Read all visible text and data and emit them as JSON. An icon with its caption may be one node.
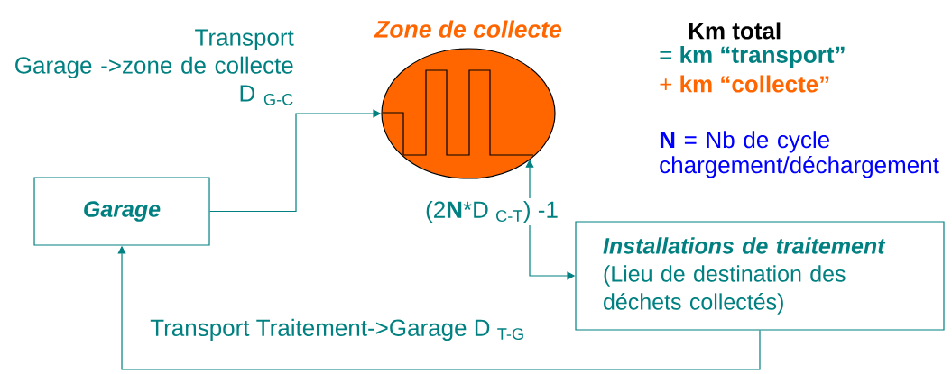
{
  "diagram": {
    "nodes": [
      {
        "text": [
          "Garage"
        ]
      },
      {
        "text": [
          "Zone de collecte"
        ]
      },
      {
        "text": [
          "Installations de traitement",
          "(Lieu de destination des déchets collectés)"
        ]
      }
    ],
    "edges": [
      {
        "from": 0,
        "to": 1,
        "arrow": "to",
        "label": "Transport Garage ->zone de collecte D $_{G-C}$"
      },
      {
        "from": 1,
        "to": 2,
        "arrow": "both",
        "label": "(2**N***D $_{C-T}$) -1"
      },
      {
        "from": 2,
        "to": 0,
        "arrow": "to",
        "label": "Transport Traitement->Garage D $_{T-G}$"
      }
    ],
    "labels": [
      "Km total",
      "= **km “transport”**",
      "+ **km “collecte”**",
      "**N** = Nb de cycle chargement/déchargement"
    ]
  }
}
